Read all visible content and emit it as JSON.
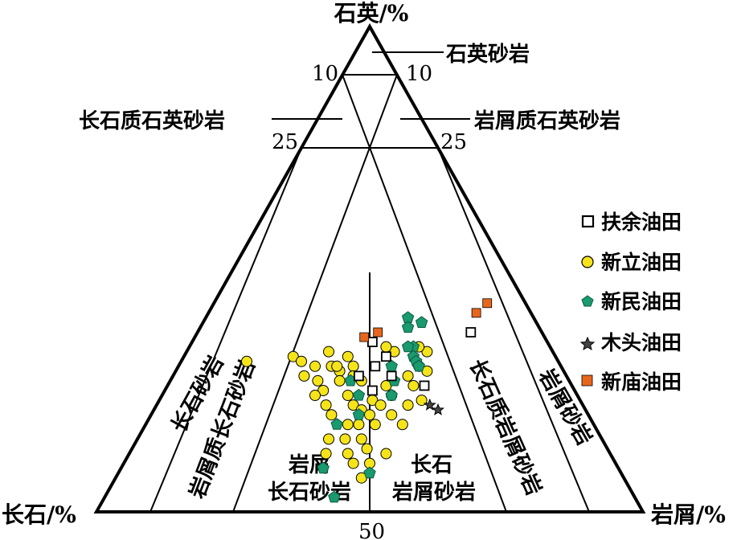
{
  "diagram": {
    "apex_labels": {
      "top": "石英/%",
      "left": "长石/%",
      "right": "岩屑/%"
    },
    "ticks": {
      "left_10": "10",
      "right_10": "10",
      "left_25": "25",
      "right_25": "25",
      "bottom_50": "50"
    },
    "field_labels": {
      "quartz_sandstone": "石英砂岩",
      "feldspathic_quartz_sandstone": "长石质石英砂岩",
      "lithic_quartz_sandstone": "岩屑质石英砂岩",
      "arkose": "长石砂岩",
      "lithic_arkose": "岩屑质长石砂岩",
      "lithic_arkose_inner_line1": "岩屑",
      "lithic_arkose_inner_line2": "长石砂岩",
      "feldspathic_litharenite_inner_line1": "长石",
      "feldspathic_litharenite_inner_line2": "岩屑砂岩",
      "feldspathic_litharenite": "长石质岩屑砂岩",
      "litharenite": "岩屑砂岩"
    },
    "legend": [
      {
        "label": "扶余油田",
        "marker": "open-square",
        "color": "#000000"
      },
      {
        "label": "新立油田",
        "marker": "circle",
        "color": "#f5e41a"
      },
      {
        "label": "新民油田",
        "marker": "pentagon",
        "color": "#1a9a6e"
      },
      {
        "label": "木头油田",
        "marker": "star",
        "color": "#000000"
      },
      {
        "label": "新庙油田",
        "marker": "filled-square",
        "color": "#e8661c"
      }
    ]
  },
  "samples": {
    "fuyu": [
      [
        0.38,
        0.25
      ],
      [
        0.34,
        0.28
      ],
      [
        0.36,
        0.3
      ],
      [
        0.37,
        0.32
      ],
      [
        0.4,
        0.28
      ],
      [
        0.5,
        0.37
      ],
      [
        0.47,
        0.26
      ],
      [
        0.33,
        0.35
      ]
    ],
    "xinli": [
      [
        0.12,
        0.31
      ],
      [
        0.2,
        0.32
      ],
      [
        0.22,
        0.31
      ],
      [
        0.25,
        0.3
      ],
      [
        0.27,
        0.27
      ],
      [
        0.28,
        0.3
      ],
      [
        0.3,
        0.29
      ],
      [
        0.31,
        0.27
      ],
      [
        0.32,
        0.3
      ],
      [
        0.3,
        0.32
      ],
      [
        0.33,
        0.28
      ],
      [
        0.29,
        0.25
      ],
      [
        0.31,
        0.22
      ],
      [
        0.34,
        0.24
      ],
      [
        0.35,
        0.27
      ],
      [
        0.36,
        0.22
      ],
      [
        0.38,
        0.21
      ],
      [
        0.39,
        0.23
      ],
      [
        0.37,
        0.18
      ],
      [
        0.33,
        0.2
      ],
      [
        0.35,
        0.15
      ],
      [
        0.36,
        0.12
      ],
      [
        0.38,
        0.15
      ],
      [
        0.39,
        0.18
      ],
      [
        0.4,
        0.2
      ],
      [
        0.41,
        0.22
      ],
      [
        0.42,
        0.24
      ],
      [
        0.43,
        0.28
      ],
      [
        0.44,
        0.3
      ],
      [
        0.45,
        0.26
      ],
      [
        0.46,
        0.22
      ],
      [
        0.44,
        0.2
      ],
      [
        0.42,
        0.18
      ],
      [
        0.41,
        0.15
      ],
      [
        0.43,
        0.13
      ],
      [
        0.4,
        0.12
      ],
      [
        0.42,
        0.1
      ],
      [
        0.47,
        0.18
      ],
      [
        0.48,
        0.23
      ],
      [
        0.46,
        0.29
      ],
      [
        0.44,
        0.33
      ],
      [
        0.42,
        0.34
      ],
      [
        0.38,
        0.33
      ],
      [
        0.36,
        0.34
      ],
      [
        0.4,
        0.26
      ],
      [
        0.26,
        0.33
      ],
      [
        0.24,
        0.28
      ],
      [
        0.28,
        0.24
      ],
      [
        0.45,
        0.1
      ],
      [
        0.47,
        0.12
      ],
      [
        0.45,
        0.07
      ],
      [
        0.29,
        0.3
      ]
    ],
    "xinmin": [
      [
        0.37,
        0.4
      ],
      [
        0.38,
        0.38
      ],
      [
        0.4,
        0.39
      ],
      [
        0.41,
        0.34
      ],
      [
        0.42,
        0.32
      ],
      [
        0.43,
        0.31
      ],
      [
        0.44,
        0.3
      ],
      [
        0.41,
        0.27
      ],
      [
        0.42,
        0.24
      ],
      [
        0.38,
        0.2
      ],
      [
        0.35,
        0.18
      ],
      [
        0.37,
        0.09
      ],
      [
        0.46,
        0.08
      ],
      [
        0.42,
        0.03
      ],
      [
        0.4,
        0.34
      ],
      [
        0.39,
        0.3
      ],
      [
        0.36,
        0.24
      ],
      [
        0.33,
        0.27
      ]
    ],
    "mutou": [
      [
        0.5,
        0.22
      ],
      [
        0.52,
        0.21
      ]
    ],
    "xinmiao": [
      [
        0.49,
        0.41
      ],
      [
        0.5,
        0.43
      ],
      [
        0.31,
        0.36
      ],
      [
        0.33,
        0.37
      ]
    ]
  }
}
